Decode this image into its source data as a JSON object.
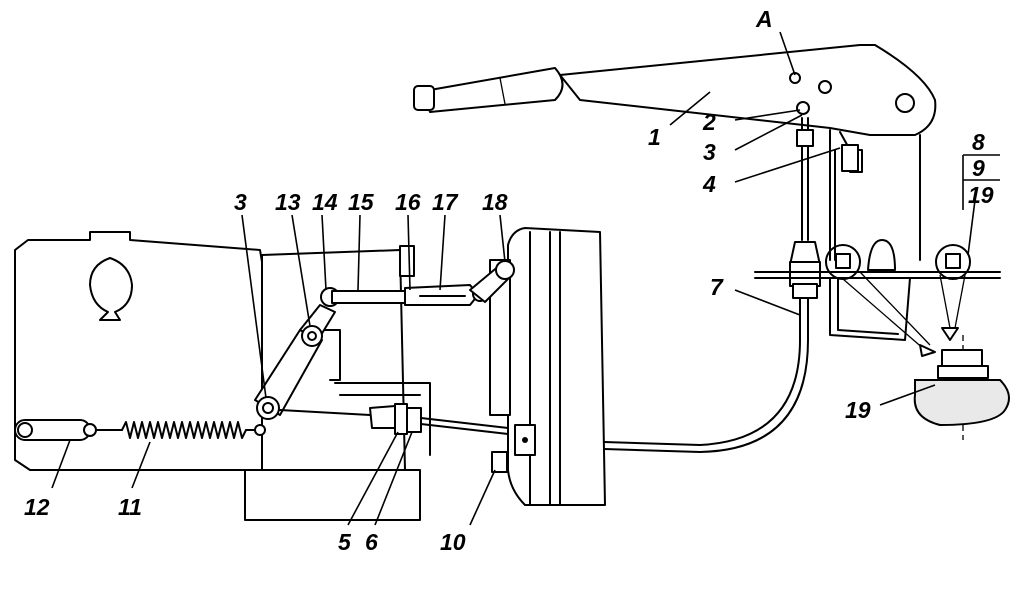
{
  "diagram": {
    "callouts": {
      "A": "A",
      "n1": "1",
      "n2": "2",
      "n3_top": "3",
      "n4": "4",
      "n8": "8",
      "n9": "9",
      "n19_box": "19",
      "n7": "7",
      "n19_detail": "19",
      "n3_left": "3",
      "n13": "13",
      "n14": "14",
      "n15": "15",
      "n16": "16",
      "n17": "17",
      "n18": "18",
      "n12": "12",
      "n11": "11",
      "n5": "5",
      "n6": "6",
      "n10": "10"
    }
  }
}
